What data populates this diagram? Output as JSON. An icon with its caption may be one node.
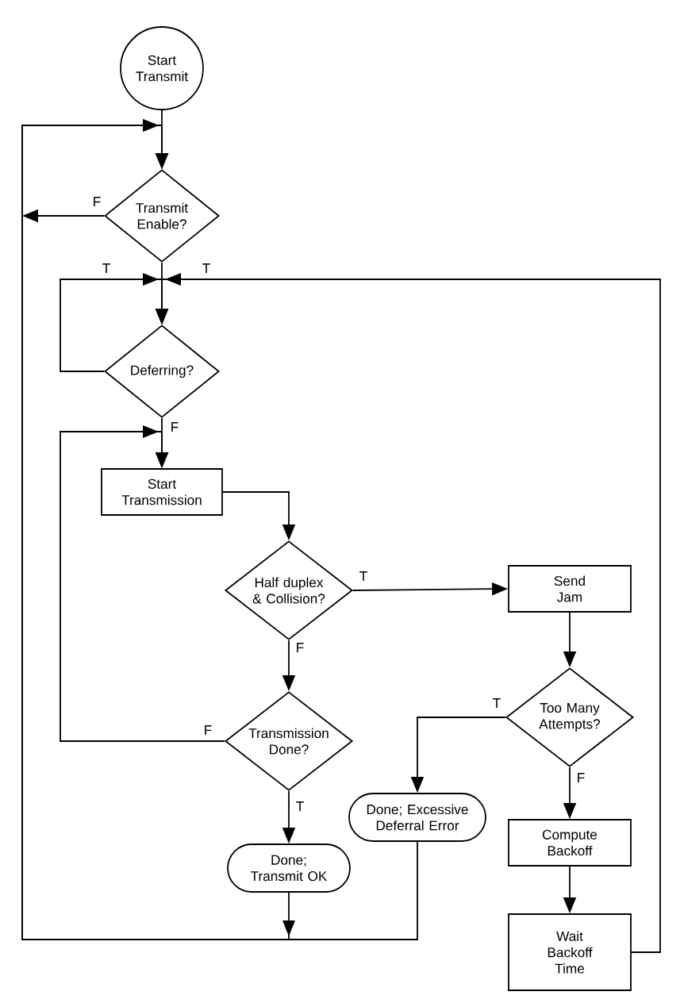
{
  "diagram": {
    "nodes": [
      {
        "text": [
          "Start Transmit"
        ]
      },
      {
        "text": [
          "Transmit Enable?"
        ]
      },
      {
        "text": [
          "Deferring?"
        ]
      },
      {
        "text": [
          "Start Transmission"
        ]
      },
      {
        "text": [
          "Half duplex & Collision?"
        ]
      },
      {
        "text": [
          "Send Jam"
        ]
      },
      {
        "text": [
          "Too Many Attempts?"
        ]
      },
      {
        "text": [
          "Transmission Done?"
        ]
      },
      {
        "text": [
          "Done; Excessive Deferral Error"
        ]
      },
      {
        "text": [
          "Done; Transmit OK"
        ]
      },
      {
        "text": [
          "Compute Backoff"
        ]
      },
      {
        "text": [
          "Wait Backoff Time"
        ]
      }
    ],
    "edges": [
      {
        "from": 0,
        "to": 1,
        "arrow": "to"
      },
      {
        "from": 1,
        "to": null,
        "arrow": "to",
        "label": "F"
      },
      {
        "from": 1,
        "to": 2,
        "arrow": "to"
      },
      {
        "from": 2,
        "to": 2,
        "arrow": "to",
        "label": "T"
      },
      {
        "from": 2,
        "to": 3,
        "arrow": "to",
        "label": "F"
      },
      {
        "from": 3,
        "to": 4,
        "arrow": "to"
      },
      {
        "from": 4,
        "to": 5,
        "arrow": "to",
        "label": "T"
      },
      {
        "from": 4,
        "to": 7,
        "arrow": "to",
        "label": "F"
      },
      {
        "from": 7,
        "to": 3,
        "arrow": "to",
        "label": "F"
      },
      {
        "from": 7,
        "to": 9,
        "arrow": "to",
        "label": "T"
      },
      {
        "from": 5,
        "to": 6,
        "arrow": "to"
      },
      {
        "from": 6,
        "to": 8,
        "arrow": "to",
        "label": "T"
      },
      {
        "from": 6,
        "to": 10,
        "arrow": "to",
        "label": "F"
      },
      {
        "from": 10,
        "to": 11,
        "arrow": "to"
      },
      {
        "from": 11,
        "to": 2,
        "arrow": "to",
        "label": "T"
      },
      {
        "from": 9,
        "to": 1,
        "arrow": "to"
      },
      {
        "from": 8,
        "to": 1,
        "arrow": "to"
      }
    ]
  }
}
